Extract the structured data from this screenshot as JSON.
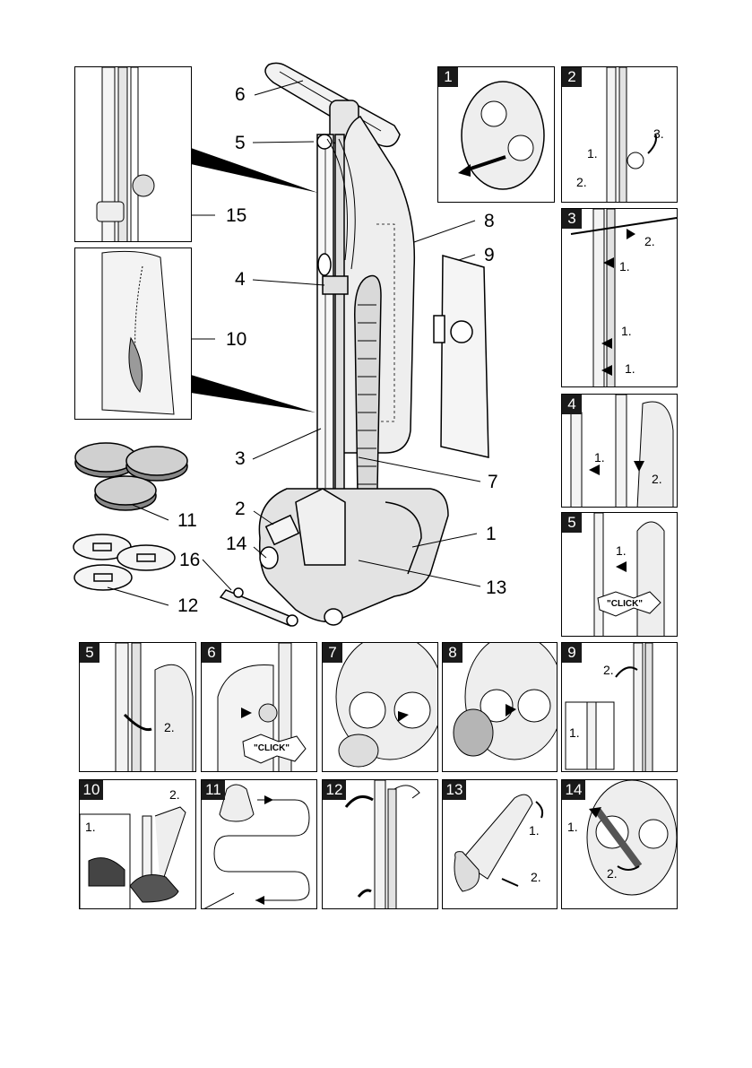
{
  "callouts": [
    "6",
    "5",
    "15",
    "8",
    "9",
    "4",
    "10",
    "3",
    "7",
    "2",
    "11",
    "1",
    "14",
    "16",
    "13",
    "12"
  ],
  "panels": [
    {
      "badge": "1"
    },
    {
      "badge": "2",
      "steps": [
        "1.",
        "2.",
        "3."
      ]
    },
    {
      "badge": "3",
      "steps": [
        "2.",
        "1.",
        "1.",
        "1."
      ]
    },
    {
      "badge": "4",
      "steps": [
        "1.",
        "2."
      ]
    },
    {
      "badge": "5",
      "steps": [
        "1."
      ],
      "click": "\"CLICK\""
    },
    {
      "badge": "5",
      "steps": [
        "2."
      ]
    },
    {
      "badge": "6",
      "click": "\"CLICK\""
    },
    {
      "badge": "7"
    },
    {
      "badge": "8"
    },
    {
      "badge": "9",
      "steps": [
        "2.",
        "1."
      ]
    },
    {
      "badge": "10",
      "steps": [
        "2.",
        "1."
      ]
    },
    {
      "badge": "11"
    },
    {
      "badge": "12"
    },
    {
      "badge": "13",
      "steps": [
        "1.",
        "2."
      ]
    },
    {
      "badge": "14",
      "steps": [
        "1.",
        "2."
      ]
    }
  ]
}
